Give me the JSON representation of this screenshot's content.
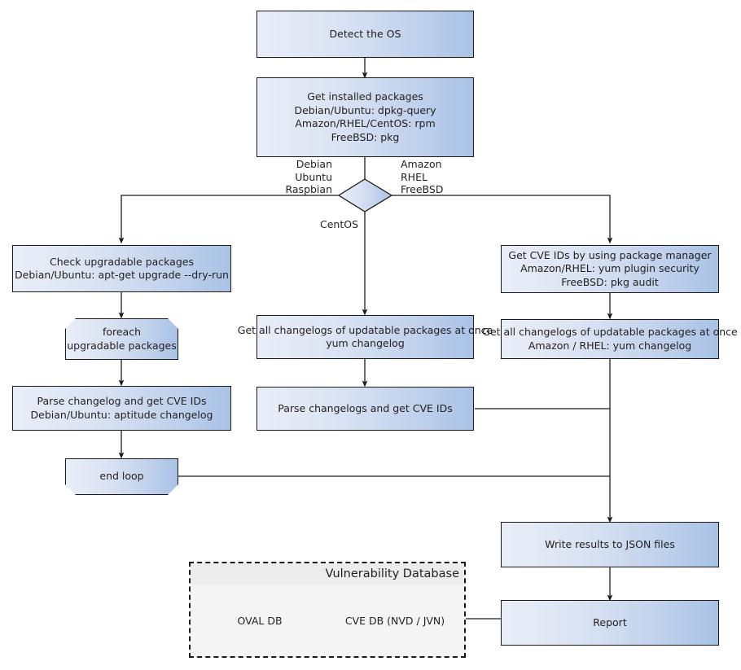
{
  "diagram": {
    "title": "Vulnerability scanning flow",
    "colors": {
      "node_fill_left": "#e9eef8",
      "node_fill_right": "#a9c2e6",
      "stroke": "#1a1a1a",
      "group_fill": "#f4f4f4",
      "group_title_fill": "#ececec"
    }
  },
  "nodes": {
    "detect_os": {
      "text": "Detect the OS"
    },
    "get_installed": {
      "line1": "Get installed packages",
      "line2": "Debian/Ubuntu: dpkg-query",
      "line3": "Amazon/RHEL/CentOS: rpm",
      "line4": "FreeBSD: pkg"
    },
    "decision": {
      "text": ""
    },
    "check_upgradable": {
      "line1": "Check upgradable packages",
      "line2": "Debian/Ubuntu: apt-get upgrade --dry-run"
    },
    "foreach": {
      "line1": "foreach",
      "line2": "upgradable  packages"
    },
    "parse_changelog_left": {
      "line1": "Parse changelog and get  CVE IDs",
      "line2": "Debian/Ubuntu: aptitude changelog"
    },
    "end_loop": {
      "text": "end loop"
    },
    "changelogs_center": {
      "line1": "Get all changelogs of updatable packages at once",
      "line2": "yum changelog"
    },
    "parse_changelogs_center": {
      "text": "Parse changelogs and get CVE IDs"
    },
    "get_cve_ids_right": {
      "line1": "Get CVE IDs by using package manager",
      "line2": "Amazon/RHEL: yum plugin security",
      "line3": "FreeBSD: pkg audit"
    },
    "changelogs_right": {
      "line1": "Get all changelogs of updatable packages at once",
      "line2": "Amazon / RHEL: yum changelog"
    },
    "write_json": {
      "text": "Write results to JSON files"
    },
    "report": {
      "text": "Report"
    }
  },
  "edge_labels": {
    "left_branch": {
      "line1": "Debian",
      "line2": "Ubuntu",
      "line3": "Raspbian"
    },
    "right_branch": {
      "line1": "Amazon",
      "line2": "RHEL",
      "line3": "FreeBSD"
    },
    "center_branch": {
      "line1": "CentOS"
    }
  },
  "vulnerability_database": {
    "title": "Vulnerability Database",
    "stores": [
      {
        "label": "OVAL DB"
      },
      {
        "label": "CVE DB (NVD / JVN)"
      }
    ]
  }
}
